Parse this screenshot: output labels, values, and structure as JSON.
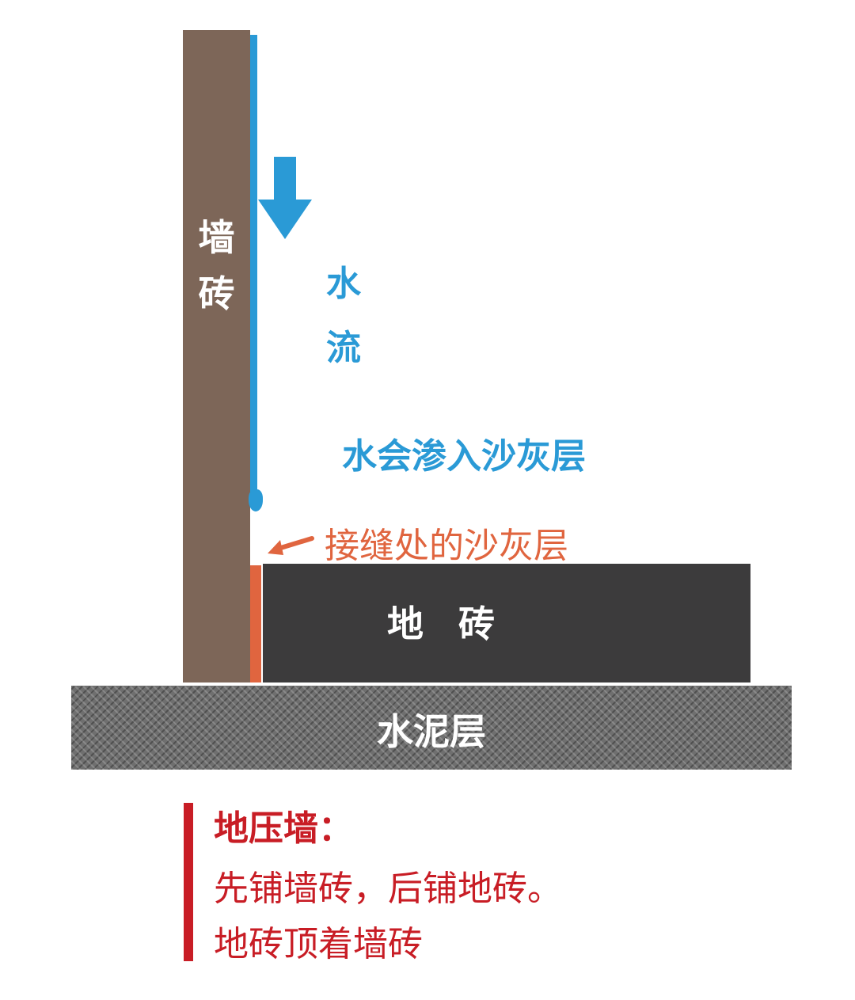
{
  "diagram": {
    "wall_tile": {
      "label_chars": [
        "墙",
        "砖"
      ]
    },
    "water_flow": {
      "label_chars": [
        "水",
        "流"
      ]
    },
    "seep_label": "水会渗入沙灰层",
    "joint_label": "接缝处的沙灰层",
    "floor_tile_label": "地 砖",
    "cement_label": "水泥层"
  },
  "note": {
    "title": "地压墙：",
    "line1": "先铺墙砖，后铺地砖。",
    "line2": "地砖顶着墙砖"
  },
  "colors": {
    "wall_tile": "#7d6658",
    "water": "#2a9ad6",
    "grout_joint": "#e0653f",
    "floor_tile": "#3c3b3c",
    "cement": "#6f6f6f",
    "note": "#c81d25"
  },
  "icons": [
    "down-arrow-icon",
    "left-arrow-icon"
  ]
}
